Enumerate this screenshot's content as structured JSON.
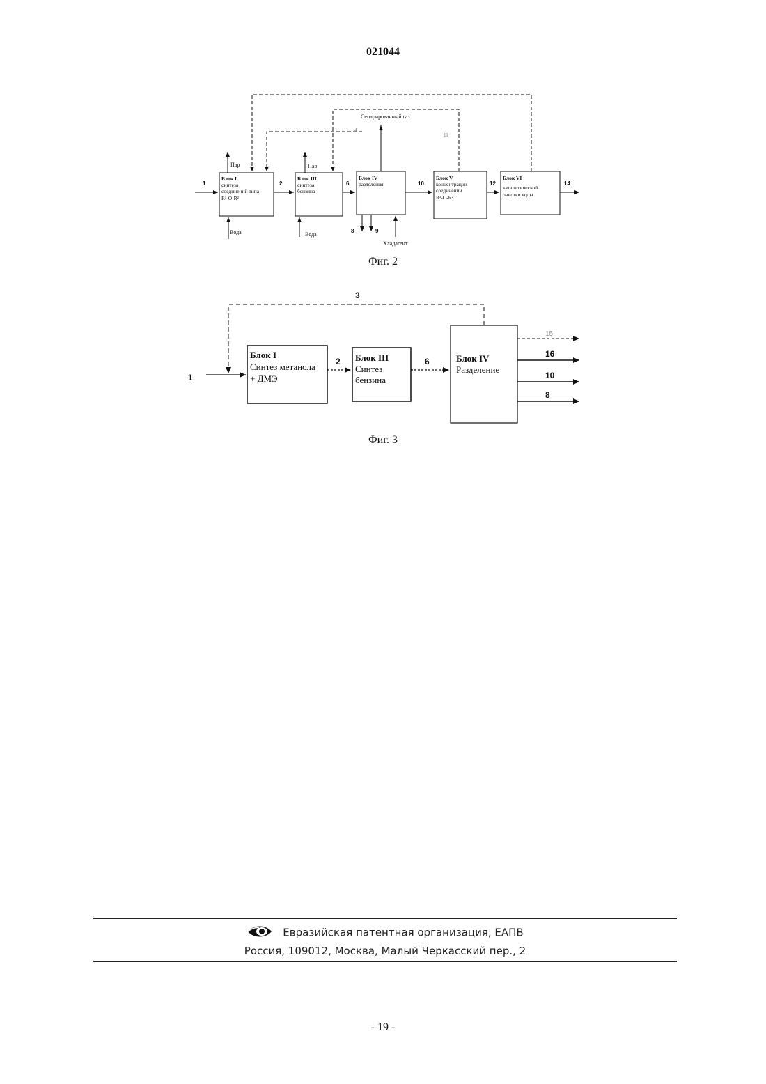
{
  "header": {
    "doc_number": "021044"
  },
  "fig2": {
    "caption": "Фиг. 2",
    "separated_gas": "Сепарированный газ",
    "blocks": [
      {
        "title": "Блок I",
        "lines": [
          "синтеза",
          "соединений типа",
          "R¹-O-R²"
        ]
      },
      {
        "title": "Блок III",
        "lines": [
          "синтеза",
          "бензина"
        ]
      },
      {
        "title": "Блок IV",
        "lines": [
          "разделения"
        ]
      },
      {
        "title": "Блок V",
        "lines": [
          "концентрации",
          "соединений",
          "R¹-O-R²"
        ]
      },
      {
        "title": "Блок VI",
        "lines": [
          "каталитической",
          "очистки воды"
        ]
      }
    ],
    "labels": {
      "steam": "Пар",
      "water": "Вода",
      "coolant": "Хладагент",
      "s1": "1",
      "s2": "2",
      "s6": "6",
      "s10": "10",
      "s12": "12",
      "s14": "14",
      "s8": "8",
      "s9": "9",
      "s4": "4",
      "s11": "11"
    }
  },
  "fig3": {
    "caption": "Фиг. 3",
    "blocks": [
      {
        "title": "Блок I",
        "lines": [
          "Синтез метанола",
          "+ ДМЭ"
        ]
      },
      {
        "title": "Блок III",
        "lines": [
          "Синтез",
          "бензина"
        ]
      },
      {
        "title": "Блок IV",
        "lines": [
          "Разделение"
        ]
      }
    ],
    "labels": {
      "s1": "1",
      "s2": "2",
      "s6": "6",
      "s3": "3",
      "s16": "16",
      "s10": "10",
      "s8": "8",
      "s15": "15"
    }
  },
  "footer": {
    "org": "Евразийская патентная организация, ЕАПВ",
    "address": "Россия, 109012, Москва, Малый Черкасский пер., 2"
  },
  "page": {
    "number": "- 19 -"
  }
}
